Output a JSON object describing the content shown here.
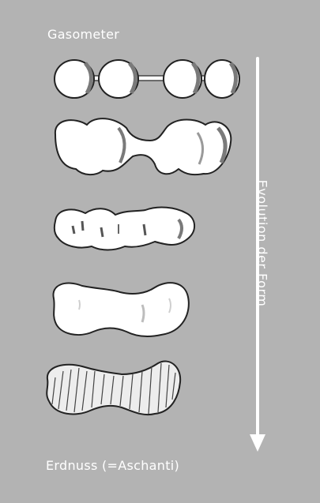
{
  "labels": {
    "top": "Gasometer",
    "bottom": "Erdnuss (=Aschanti)",
    "side": "Evolution der Form"
  },
  "colors": {
    "background": "#b3b3b3",
    "shape_fill": "#ffffff",
    "outline": "#222222",
    "shadow": "#7a7a7a",
    "arrow": "#ffffff"
  }
}
